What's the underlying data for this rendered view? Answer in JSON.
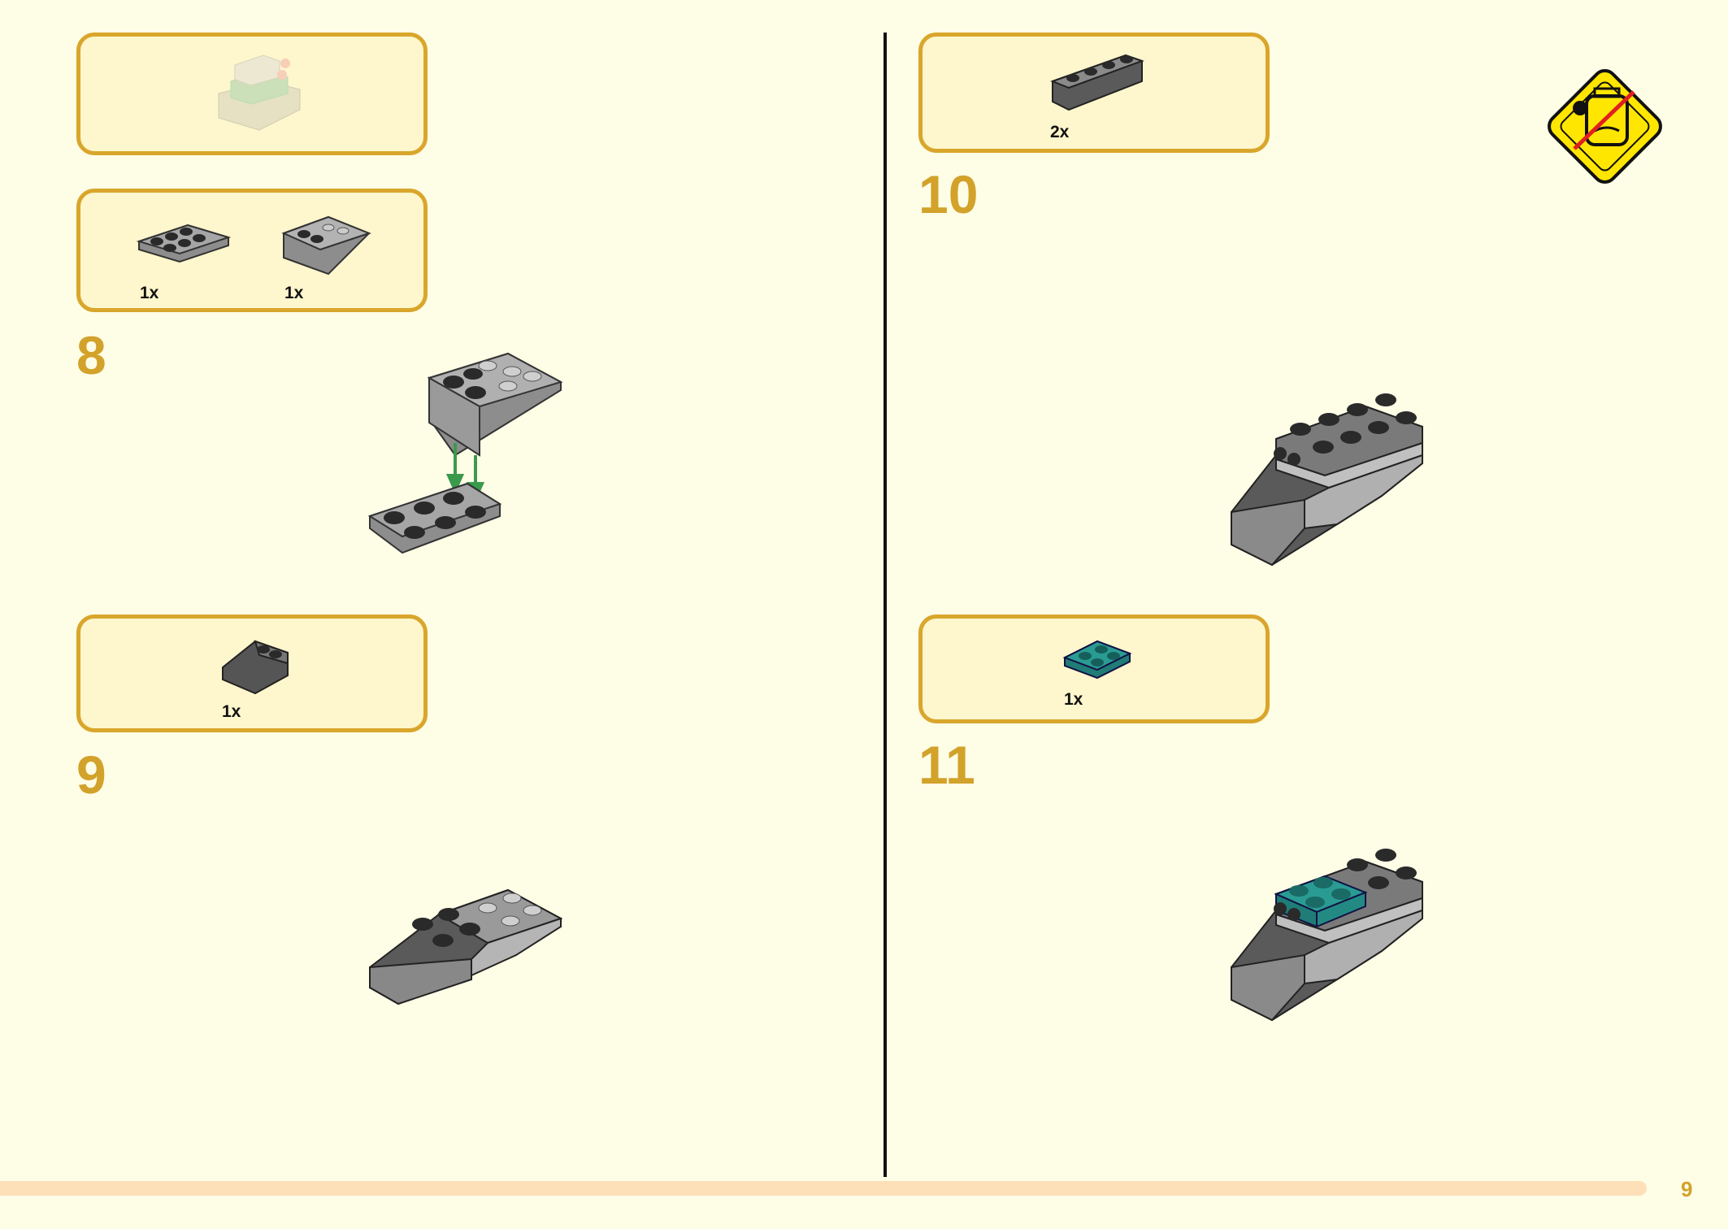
{
  "page_number": "9",
  "colors": {
    "page_bg": "#fefde6",
    "box_fill": "#fef6cc",
    "box_border": "#d9a62c",
    "step_number": "#d2a22a",
    "arrow_green": "#3a9a4c",
    "teal": "#2a9b93",
    "warning_yellow": "#ffe600"
  },
  "left_page": {
    "preview": {
      "description": ""
    },
    "steps": [
      {
        "number": "8",
        "parts": [
          {
            "qty": "1x",
            "name": "plate-2x3"
          },
          {
            "qty": "1x",
            "name": "inverted-slope-2x3"
          }
        ]
      },
      {
        "number": "9",
        "parts": [
          {
            "qty": "1x",
            "name": "slope-2x2"
          }
        ]
      }
    ]
  },
  "right_page": {
    "top_parts": [
      {
        "qty": "2x",
        "name": "brick-1x4"
      }
    ],
    "steps": [
      {
        "number": "10"
      },
      {
        "number": "11",
        "parts": [
          {
            "qty": "1x",
            "name": "teal-plate-2x2"
          }
        ]
      }
    ]
  },
  "warning": {
    "icon": "choking-hazard-icon"
  }
}
